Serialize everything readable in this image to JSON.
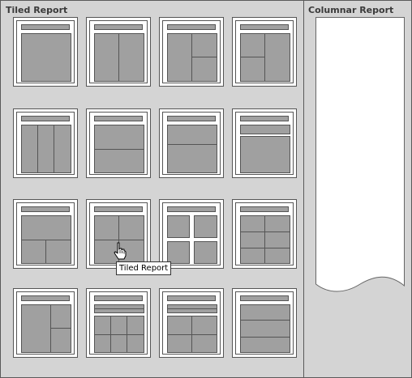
{
  "tiled_panel": {
    "title": "Tiled Report"
  },
  "columnar_panel": {
    "title": "Columnar Report"
  },
  "tooltip": {
    "text": "Tiled Report"
  },
  "cursor": {
    "icon": "hand-pointer-icon"
  },
  "colors": {
    "panel_background": "#d4d4d4",
    "thumbnail_fill": "#a0a0a0",
    "outline": "#555555",
    "page_white": "#ffffff"
  },
  "thumbnails": [
    {
      "name": "layout-1-full"
    },
    {
      "name": "layout-2-two-columns"
    },
    {
      "name": "layout-3-left-column-right-split"
    },
    {
      "name": "layout-4-left-split-right-column"
    },
    {
      "name": "layout-5-three-columns"
    },
    {
      "name": "layout-6-two-rows"
    },
    {
      "name": "layout-7-two-rows-tall-bottom"
    },
    {
      "name": "layout-8-banner-and-block"
    },
    {
      "name": "layout-9-top-row-bottom-split"
    },
    {
      "name": "layout-10-quad-grid"
    },
    {
      "name": "layout-11-four-boxes"
    },
    {
      "name": "layout-12-three-rows-two-columns"
    },
    {
      "name": "layout-13-big-left-right-split"
    },
    {
      "name": "layout-14-header-bars-grid"
    },
    {
      "name": "layout-15-header-bars-two-by-two"
    },
    {
      "name": "layout-16-stacked-rows"
    }
  ]
}
